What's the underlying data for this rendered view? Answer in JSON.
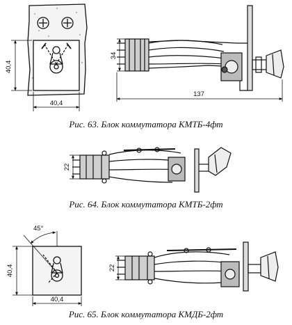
{
  "figures": [
    {
      "caption": "Рис. 63. Блок коммутатора КМТБ-4фт",
      "dims": {
        "face_height": "40,4",
        "face_width": "40,4",
        "height": "34",
        "length": "137"
      }
    },
    {
      "caption": "Рис. 64. Блок коммутатора КМТБ-2фт",
      "dims": {
        "height": "22"
      }
    },
    {
      "caption": "Рис. 65. Блок коммутатора КМДБ-2фт",
      "dims": {
        "angle": "45°",
        "face_height": "40,4",
        "face_width": "40,4",
        "height": "22"
      }
    }
  ]
}
